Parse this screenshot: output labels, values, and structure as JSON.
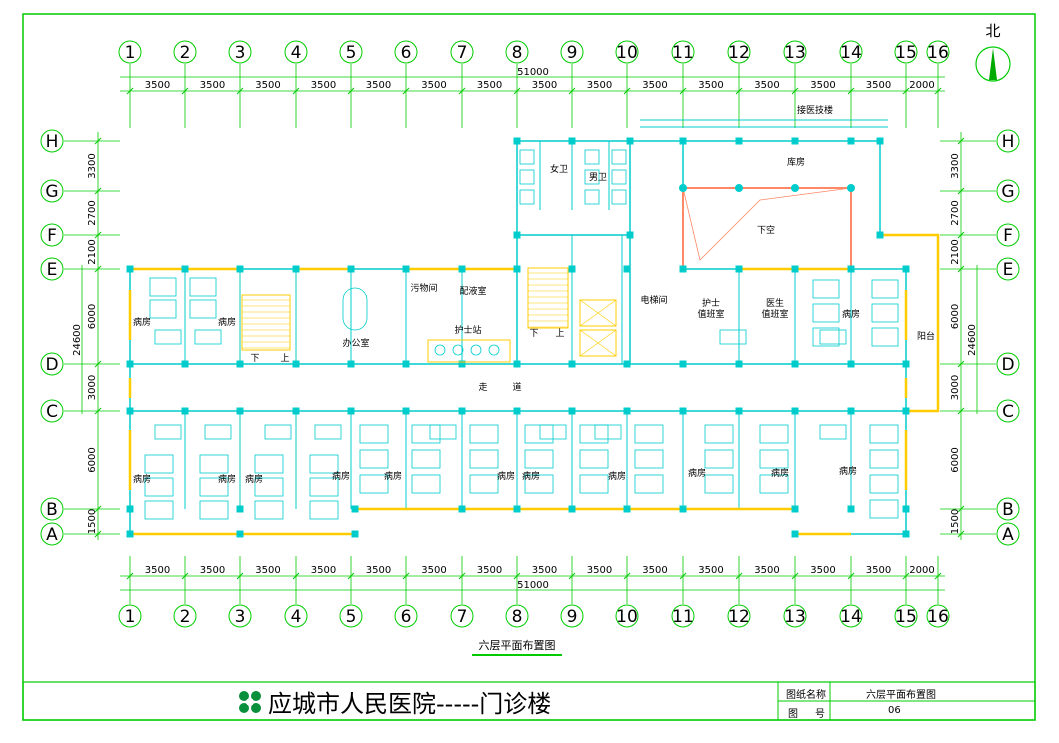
{
  "drawing": {
    "north_label": "北",
    "bridge_label": "接医技楼",
    "plan_caption": "六层平面布置图",
    "total_dim": "51000",
    "vertical_total": "24600"
  },
  "grid": {
    "columns": [
      "1",
      "2",
      "3",
      "4",
      "5",
      "6",
      "7",
      "8",
      "9",
      "10",
      "11",
      "12",
      "13",
      "14",
      "15",
      "16"
    ],
    "column_spacings": [
      "3500",
      "3500",
      "3500",
      "3500",
      "3500",
      "3500",
      "3500",
      "3500",
      "3500",
      "3500",
      "3500",
      "3500",
      "3500",
      "3500",
      "2000"
    ],
    "rows": [
      "H",
      "G",
      "F",
      "E",
      "D",
      "C",
      "B",
      "A"
    ],
    "row_spacings": [
      "3300",
      "2700",
      "2100",
      "6000",
      "3000",
      "6000",
      "1500"
    ]
  },
  "rooms": {
    "ward": "病房",
    "office": "办公室",
    "dirty_room": "污物间",
    "dispensing": "配液室",
    "nurse_station": "护士站",
    "female_wc": "女卫",
    "male_wc": "男卫",
    "elevator_room": "电梯间",
    "storage": "库房",
    "void": "下空",
    "nurse_duty": "护士\n值班室",
    "nurse_duty_1": "护士",
    "nurse_duty_2": "值班室",
    "doctor_duty_1": "医生",
    "doctor_duty_2": "值班室",
    "balcony": "阳台",
    "corridor_1": "走",
    "corridor_2": "道",
    "stair_down": "下",
    "stair_up": "上"
  },
  "title_block": {
    "project": "应城市人民医院-----门诊楼",
    "sheet_name_label": "图纸名称",
    "sheet_name": "六层平面布置图",
    "sheet_no_label_1": "图",
    "sheet_no_label_2": "号",
    "sheet_no": "06"
  },
  "colors": {
    "grid_line": "#00cc00",
    "wall": "#00cccc",
    "column": "#00cccc",
    "window": "#ffcc00",
    "void_line": "#ff8866",
    "text": "#000000"
  }
}
